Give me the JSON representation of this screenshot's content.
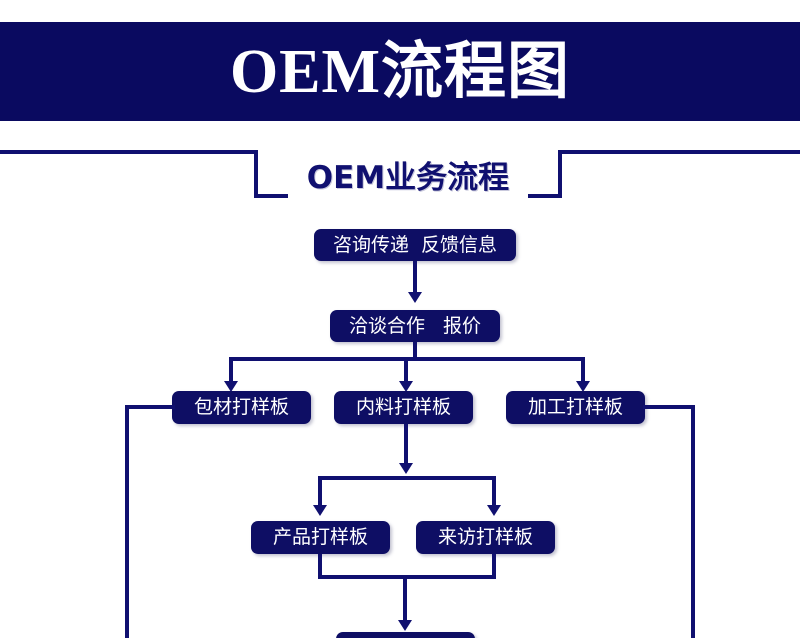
{
  "header": {
    "title": "OEM流程图",
    "banner_color": "#0a0a60",
    "title_color": "#ffffff"
  },
  "subtitle": {
    "text": "OEM业务流程",
    "color": "#101070"
  },
  "palette": {
    "navy": "#0e0e64",
    "line": "#101070",
    "box_text": "#ffffff",
    "page_background": "#ffffff"
  },
  "flowchart": {
    "type": "flowchart",
    "orientation": "top-to-bottom",
    "nodes": [
      {
        "id": "n1",
        "label": "咨询传递  反馈信息",
        "level": 1
      },
      {
        "id": "n2",
        "label": "洽谈合作   报价",
        "level": 2
      },
      {
        "id": "n3",
        "label": "包材打样板",
        "level": 3
      },
      {
        "id": "n4",
        "label": "内料打样板",
        "level": 3
      },
      {
        "id": "n5",
        "label": "加工打样板",
        "level": 3
      },
      {
        "id": "n6",
        "label": "产品打样板",
        "level": 4
      },
      {
        "id": "n7",
        "label": "来访打样板",
        "level": 4
      },
      {
        "id": "n8",
        "label": "",
        "level": 5
      }
    ],
    "edges": [
      {
        "from": "n1",
        "to": "n2"
      },
      {
        "from": "n2",
        "to": "n3"
      },
      {
        "from": "n2",
        "to": "n4"
      },
      {
        "from": "n2",
        "to": "n5"
      },
      {
        "from": "n4",
        "to": "n6"
      },
      {
        "from": "n4",
        "to": "n7"
      },
      {
        "from": "n6",
        "to": "n8"
      },
      {
        "from": "n7",
        "to": "n8"
      }
    ]
  }
}
